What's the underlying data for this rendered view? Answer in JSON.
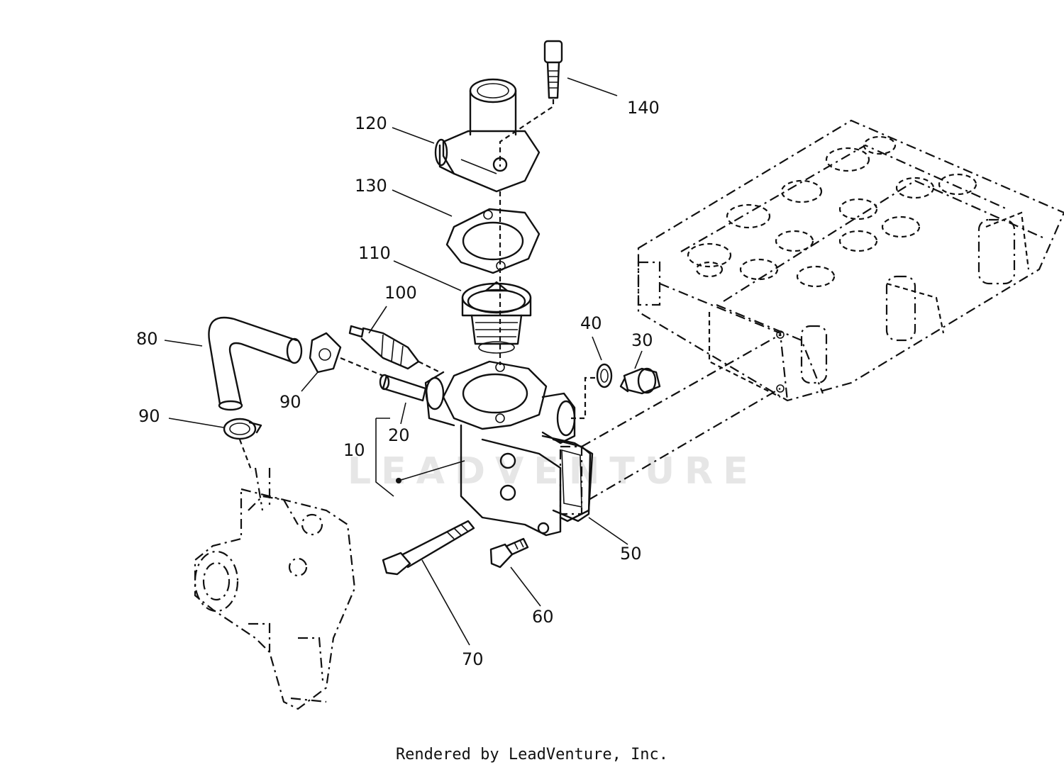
{
  "watermark": "LEADVENTURE",
  "footer": "Rendered by LeadVenture, Inc.",
  "callouts": {
    "c140": "140",
    "c120": "120",
    "c130": "130",
    "c110": "110",
    "c100": "100",
    "c80": "80",
    "c90a": "90",
    "c90b": "90",
    "c40": "40",
    "c30": "30",
    "c20": "20",
    "c10": "10",
    "c50": "50",
    "c60": "60",
    "c70": "70"
  }
}
